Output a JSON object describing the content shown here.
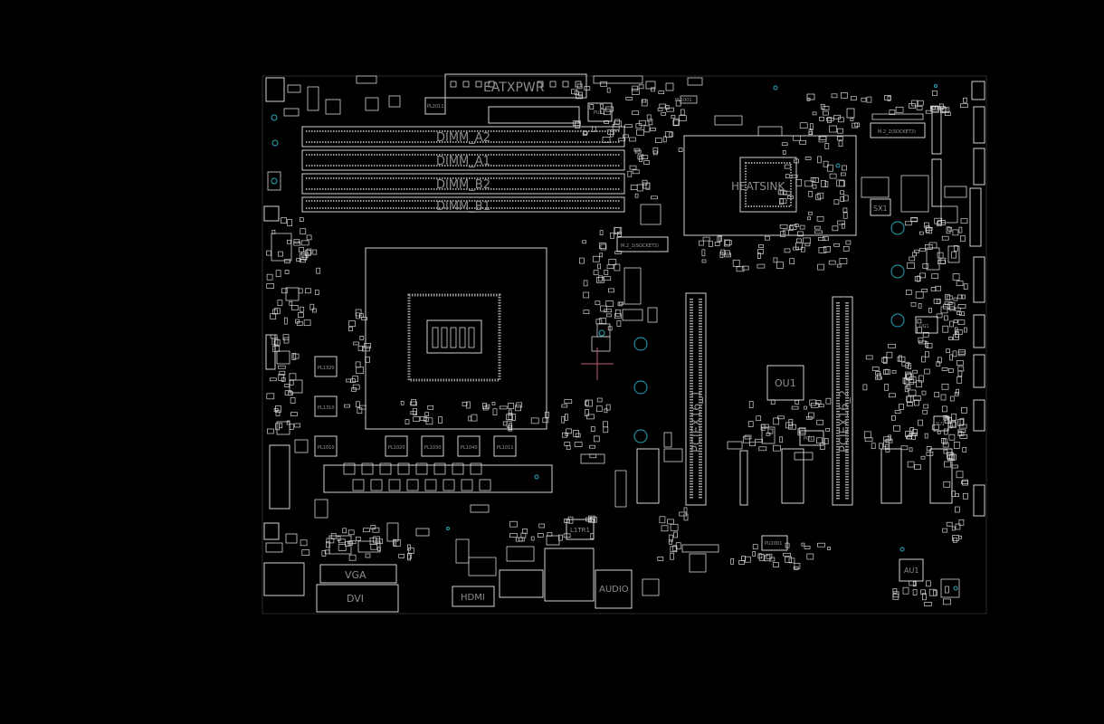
{
  "colors": {
    "background": "#000000",
    "outline": "#d2d2d2",
    "label": "#8c8c8c",
    "accent_cyan": "#2aa6b8",
    "cursor": "#c06070"
  },
  "labels": {
    "power_connector": "EATXPWR",
    "dimm_a2": "DIMM_A2",
    "dimm_a1": "DIMM_A1",
    "dimm_b2": "DIMM_B2",
    "dimm_b1": "DIMM_B1",
    "heatsink": "HEATSINK",
    "m2_2": "M.2_2(SOCKET3)",
    "m2_1": "M.2_1(SOCKET3)",
    "sx1": "SX1",
    "ou1": "OU1",
    "pciex16_1": "PCIEX16_1",
    "pciex16_2": "PCIEX16_2",
    "hdmi": "HDMI",
    "vga": "VGA",
    "dvi": "DVI",
    "audio": "AUDIO",
    "l1tr1": "L1TR1",
    "au1": "AU1",
    "ug1": "UG1",
    "su1": "SU1",
    "pl1020": "PL1020",
    "pl1030": "PL1030",
    "pl1040": "PL1040",
    "pl1011": "PL1011",
    "pl1010": "PL1010",
    "pl1310": "PL1310",
    "pl1320": "PL1320",
    "pu1": "PU1",
    "pl2011": "PL2011",
    "pl1001": "PL1001",
    "pu2001": "PU2001",
    "pq1": "PQ1"
  }
}
